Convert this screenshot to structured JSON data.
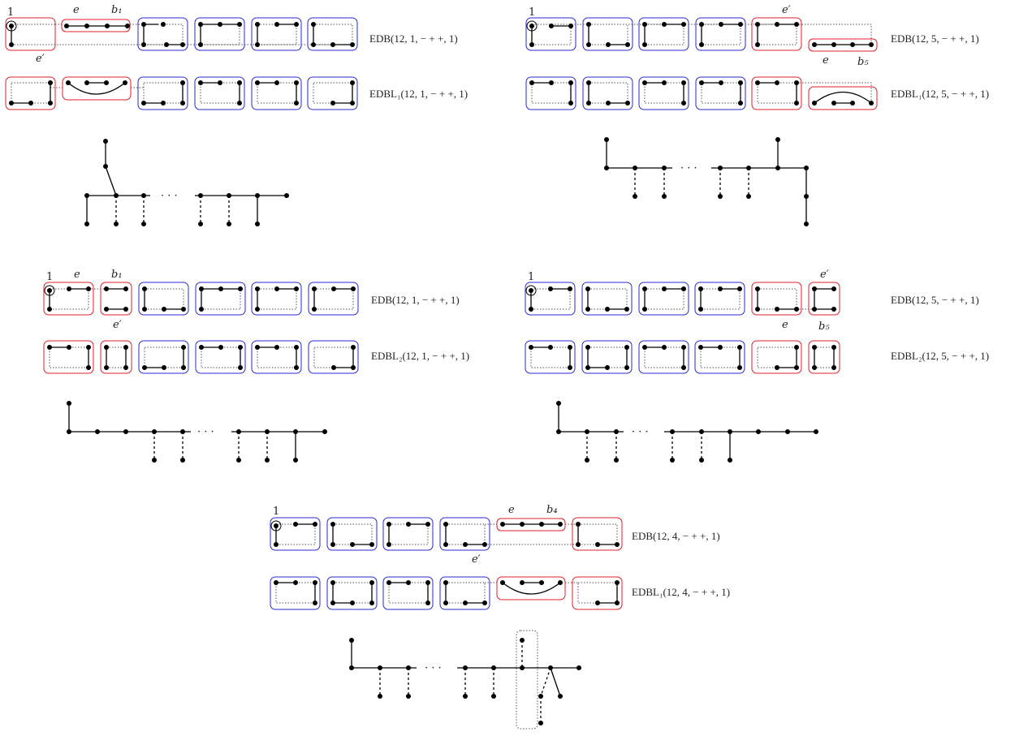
{
  "colors": {
    "red_box": "#e0202a",
    "blue_box": "#2a2ad6",
    "line": "#000000",
    "dotted_guide": "#555555"
  },
  "panels": [
    {
      "id": "p1",
      "edb_name": "EDB(12, 1, − + +, 1)",
      "edbl_name": "EDBL₁(12, 1, − + +, 1)",
      "labels": {
        "one": "1",
        "e": "e",
        "b": "b₁",
        "e_prime": "e′"
      }
    },
    {
      "id": "p2",
      "edb_name": "EDB(12, 5, − + +, 1)",
      "edbl_name": "EDBL₁(12, 5, − + +, 1)",
      "labels": {
        "one": "1",
        "e": "e",
        "b": "b₅",
        "e_prime": "e′"
      }
    },
    {
      "id": "p3",
      "edb_name": "EDB(12, 1, − + +, 1)",
      "edbl_name": "EDBL₂(12, 1, − + +, 1)",
      "labels": {
        "one": "1",
        "e": "e",
        "b": "b₁",
        "e_prime": "e′"
      }
    },
    {
      "id": "p4",
      "edb_name": "EDB(12, 5, − + +, 1)",
      "edbl_name": "EDBL₂(12, 5, − + +, 1)",
      "labels": {
        "one": "1",
        "e": "e",
        "b": "b₅",
        "e_prime": "e′"
      }
    },
    {
      "id": "p5",
      "edb_name": "EDB(12, 4, − + +, 1)",
      "edbl_name": "EDBL₁(12, 4, − + +, 1)",
      "labels": {
        "one": "1",
        "e": "e",
        "b": "b₄",
        "e_prime": "e′"
      }
    }
  ],
  "ellipsis": "· · ·"
}
